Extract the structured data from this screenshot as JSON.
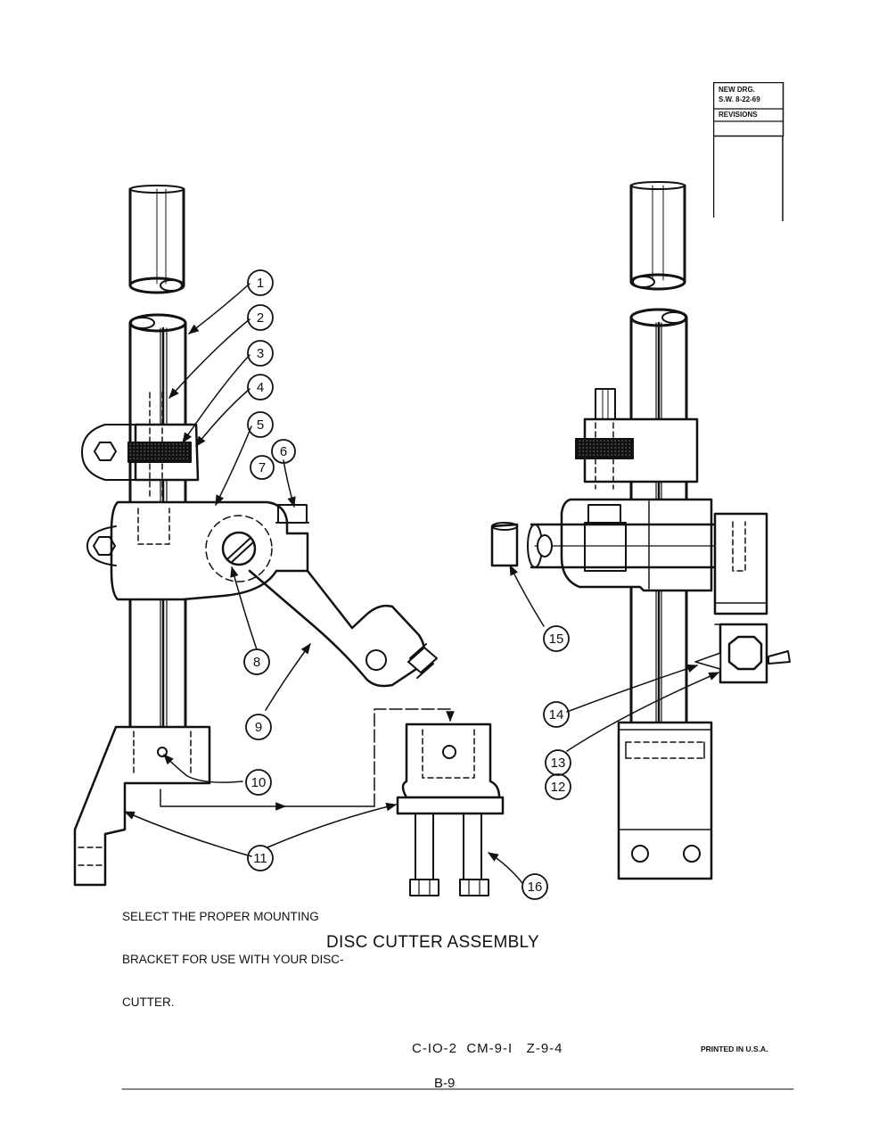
{
  "revision_block": {
    "line1": "NEW DRG.",
    "line2": "S.W. 8-22-69",
    "header": "REVISIONS"
  },
  "callouts": [
    "1",
    "2",
    "3",
    "4",
    "5",
    "6",
    "7",
    "8",
    "9",
    "10",
    "11",
    "12",
    "13",
    "14",
    "15",
    "16"
  ],
  "note": {
    "line1": "SELECT THE PROPER MOUNTING",
    "line2": "BRACKET FOR USE WITH YOUR DISC-",
    "line3": "CUTTER."
  },
  "title": "DISC CUTTER ASSEMBLY",
  "codes": "C-IO-2  CM-9-I   Z-9-4",
  "printed": "PRINTED IN U.S.A.",
  "page_number": "B-9"
}
